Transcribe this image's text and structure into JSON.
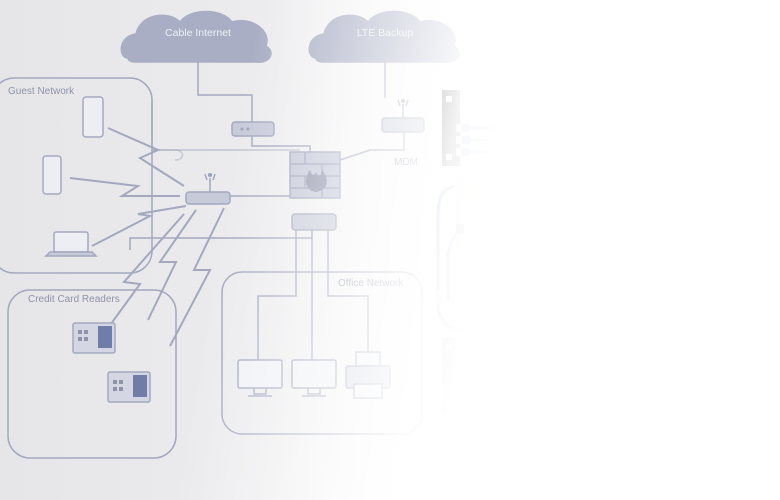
{
  "diagram": {
    "clouds": [
      {
        "id": "cable",
        "label": "Cable Internet"
      },
      {
        "id": "lte",
        "label": "LTE Backup"
      }
    ],
    "zones": [
      {
        "id": "guest",
        "label": "Guest Network"
      },
      {
        "id": "credit",
        "label": "Credit Card Readers"
      },
      {
        "id": "office",
        "label": "Office Network"
      }
    ],
    "device_labels": [
      {
        "id": "modem",
        "label": "MDM"
      }
    ]
  },
  "colors": {
    "sketch": "#9aa0b8",
    "cable_blue": "#2f56b0",
    "hardware_dark": "#1b1b1d",
    "modem_white": "#f3f1ea"
  }
}
